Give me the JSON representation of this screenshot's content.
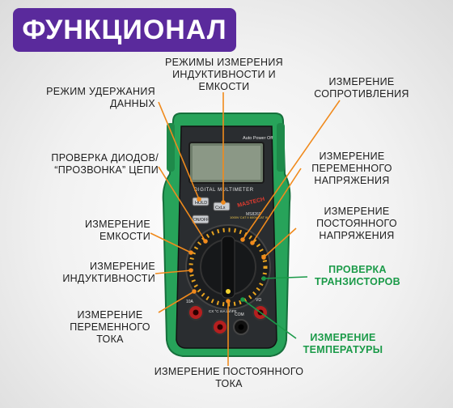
{
  "title": "ФУНКЦИОНАЛ",
  "labels": {
    "data_hold": "РЕЖИМ УДЕРЖАНИЯ\nДАННЫХ",
    "inductance_capacitance_modes": "РЕЖИМЫ ИЗМЕРЕНИЯ\nИНДУКТИВНОСТИ И\nЕМКОСТИ",
    "resistance": "ИЗМЕРЕНИЕ\nСОПРОТИВЛЕНИЯ",
    "diode_continuity": "ПРОВЕРКА ДИОДОВ/\n“ПРОЗВОНКА” ЦЕПИ",
    "ac_voltage": "ИЗМЕРЕНИЕ\nПЕРЕМЕННОГО\nНАПРЯЖЕНИЯ",
    "capacitance": "ИЗМЕРЕНИЕ\nЕМКОСТИ",
    "dc_voltage": "ИЗМЕРЕНИЕ\nПОСТОЯННОГО\nНАПРЯЖЕНИЯ",
    "inductance": "ИЗМЕРЕНИЕ\nИНДУКТИВНОСТИ",
    "transistor_test": "ПРОВЕРКА\nТРАНЗИСТОРОВ",
    "ac_current": "ИЗМЕРЕНИЕ\nПЕРЕМЕННОГО\nТОКА",
    "temperature": "ИЗМЕРЕНИЕ\nТЕМПЕРАТУРЫ",
    "dc_current": "ИЗМЕРЕНИЕ ПОСТОЯННОГО\nТОКА"
  },
  "device": {
    "auto_power_off": "Auto Power Off",
    "panel_title": "DIGITAL MULTIMETER",
    "brand": "MASTECH",
    "model": "MS8269",
    "hold_button": "HOLD",
    "cap_button": "CxLx",
    "power_button": "ON/OFF",
    "cat_rating": "1000V CAT II\n600V CAT III",
    "jack_a_label": "10A",
    "jack_ma_label": "CX °C\nmA LxhFE",
    "jack_com_label": "COM",
    "jack_v_label": "VΩ"
  },
  "colors": {
    "banner": "#5a2a9c",
    "body_green": "#27a35a",
    "leader_orange": "#f08a1c",
    "highlight_green": "#1a9a48"
  }
}
